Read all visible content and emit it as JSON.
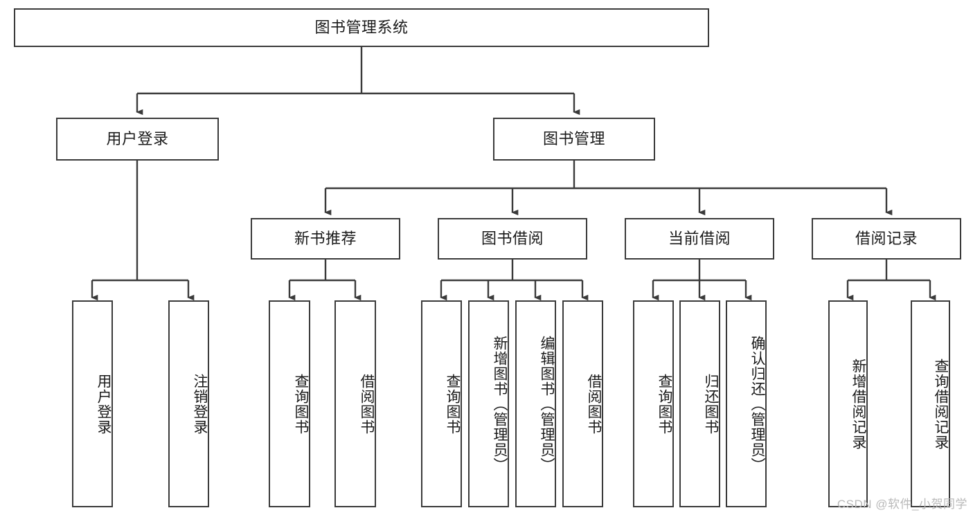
{
  "diagram": {
    "type": "tree-hierarchy",
    "title": "图书管理系统",
    "root": {
      "id": "root",
      "label": "图书管理系统",
      "orientation": "horizontal"
    },
    "level2": [
      {
        "id": "user-login",
        "label": "用户登录",
        "orientation": "horizontal"
      },
      {
        "id": "book-management",
        "label": "图书管理",
        "orientation": "horizontal"
      }
    ],
    "level3": [
      {
        "id": "new-book-recommend",
        "label": "新书推荐",
        "orientation": "horizontal",
        "parent": "book-management"
      },
      {
        "id": "book-borrow",
        "label": "图书借阅",
        "orientation": "horizontal",
        "parent": "book-management"
      },
      {
        "id": "current-borrow",
        "label": "当前借阅",
        "orientation": "horizontal",
        "parent": "book-management"
      },
      {
        "id": "borrow-record",
        "label": "借阅记录",
        "orientation": "horizontal",
        "parent": "book-management"
      }
    ],
    "leaves": [
      {
        "id": "leaf-user-login",
        "label": "用户登录",
        "orientation": "vertical",
        "parent": "user-login"
      },
      {
        "id": "leaf-logout-login",
        "label": "注销登录",
        "orientation": "vertical",
        "parent": "user-login"
      },
      {
        "id": "leaf-query-book-1",
        "label": "查询图书",
        "orientation": "vertical",
        "parent": "new-book-recommend"
      },
      {
        "id": "leaf-borrow-book-1",
        "label": "借阅图书",
        "orientation": "vertical",
        "parent": "new-book-recommend"
      },
      {
        "id": "leaf-query-book-2",
        "label": "查询图书",
        "orientation": "vertical",
        "parent": "book-borrow"
      },
      {
        "id": "leaf-add-book",
        "label": "新增图书（管理员）",
        "orientation": "vertical",
        "parent": "book-borrow"
      },
      {
        "id": "leaf-edit-book",
        "label": "编辑图书（管理员）",
        "orientation": "vertical",
        "parent": "book-borrow"
      },
      {
        "id": "leaf-borrow-book-2",
        "label": "借阅图书",
        "orientation": "vertical",
        "parent": "book-borrow"
      },
      {
        "id": "leaf-query-book-3",
        "label": "查询图书",
        "orientation": "vertical",
        "parent": "current-borrow"
      },
      {
        "id": "leaf-return-book",
        "label": "归还图书",
        "orientation": "vertical",
        "parent": "current-borrow"
      },
      {
        "id": "leaf-confirm-return",
        "label": "确认归还（管理员）",
        "orientation": "vertical",
        "parent": "current-borrow"
      },
      {
        "id": "leaf-add-record",
        "label": "新增借阅记录",
        "orientation": "vertical",
        "parent": "borrow-record"
      },
      {
        "id": "leaf-query-record",
        "label": "查询借阅记录",
        "orientation": "vertical",
        "parent": "borrow-record"
      }
    ],
    "colors": {
      "stroke": "#3a3a3a",
      "fill": "#ffffff",
      "text": "#1a1a1a",
      "watermark": "#b9b9b9"
    }
  },
  "watermark": {
    "text": "CSDN @软件_小贺同学"
  }
}
